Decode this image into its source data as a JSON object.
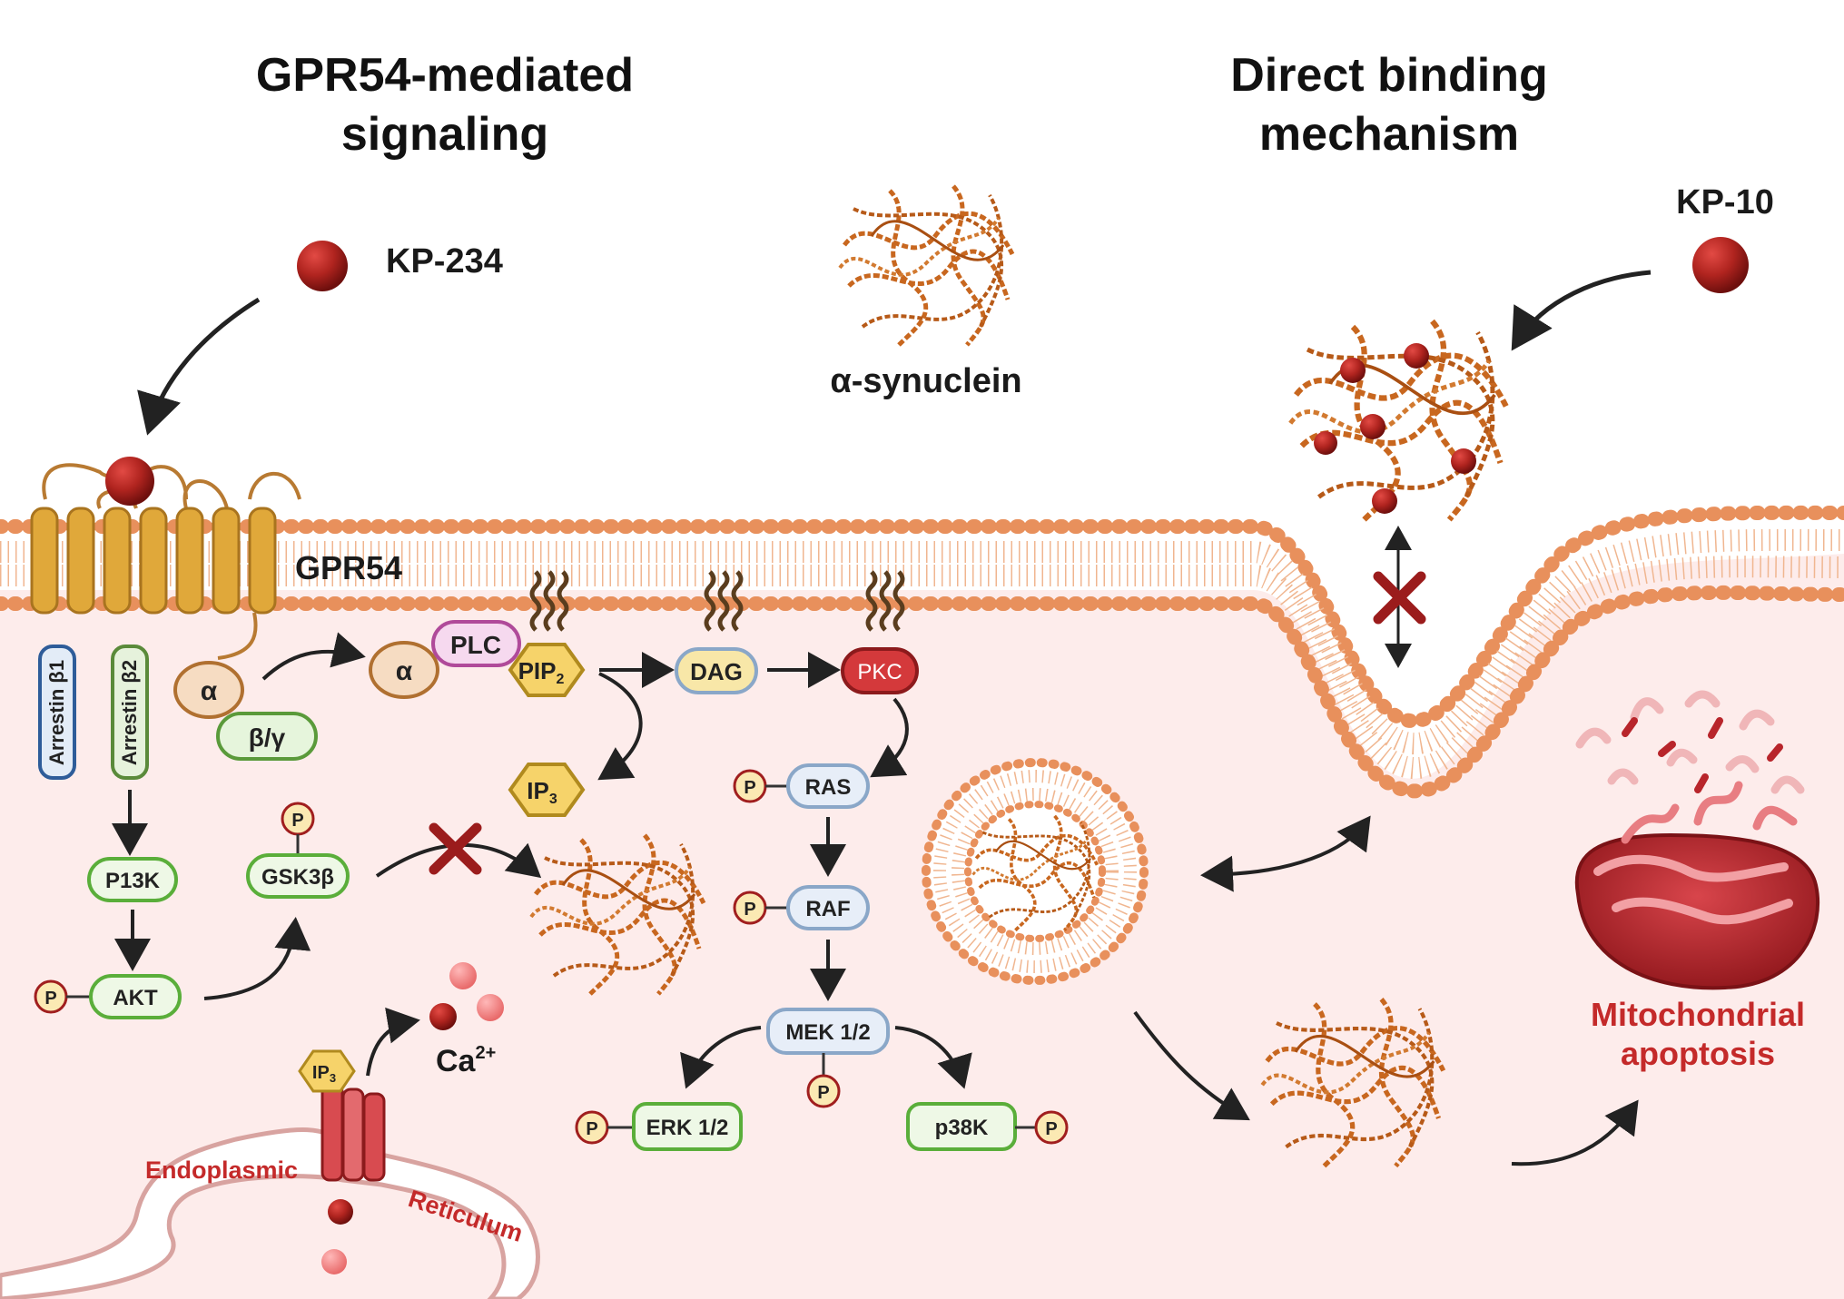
{
  "titles": {
    "left": [
      "GPR54-mediated",
      "signaling"
    ],
    "right": [
      "Direct binding",
      "mechanism"
    ]
  },
  "ligands": {
    "kp234": "KP-234",
    "kp10": "KP-10"
  },
  "labels": {
    "alpha_synuclein": "α-synuclein",
    "gpr54": "GPR54",
    "calcium_base": "Ca",
    "calcium_sup": "2+",
    "er_line1": "Endoplasmic",
    "er_line2": "Reticulum",
    "mito_line1": "Mitochondrial",
    "mito_line2": "apoptosis"
  },
  "nodes": {
    "arrestin_b1": "Arrestin β1",
    "arrestin_b2": "Arrestin β2",
    "g_alpha": "α",
    "g_betagamma": "β/γ",
    "plc_alpha": "α",
    "plc": "PLC",
    "pip2_base": "PIP",
    "pip2_sub": "2",
    "dag": "DAG",
    "pkc": "PKC",
    "ip3_base": "IP",
    "ip3_sub": "3",
    "p13k": "P13K",
    "akt": "AKT",
    "gsk3b": "GSK3β",
    "ras": "RAS",
    "raf": "RAF",
    "mek": "MEK 1/2",
    "erk": "ERK 1/2",
    "p38k": "p38K",
    "phospho": "P"
  },
  "colors": {
    "membrane": "#e8905c",
    "cytoplasm": "#fdeceb",
    "receptor": "#e0a83a",
    "fibril": "#c8671f",
    "ligand": "#a8211f",
    "inhibit": "#9b1c1c",
    "mito": "#b8252b"
  }
}
